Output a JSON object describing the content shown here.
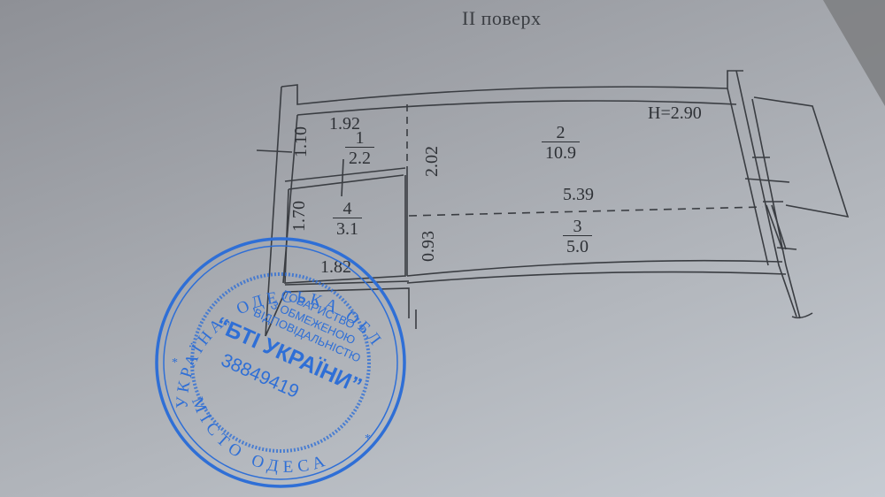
{
  "document": {
    "title": "II поверх",
    "ceiling_height": "H=2.90"
  },
  "rooms": [
    {
      "number": "1",
      "area": "2.2"
    },
    {
      "number": "2",
      "area": "10.9"
    },
    {
      "number": "3",
      "area": "5.0"
    },
    {
      "number": "4",
      "area": "3.1"
    }
  ],
  "dimensions": {
    "room1_width": "1.92",
    "room1_height": "1.10",
    "room2_height": "2.02",
    "room23_width": "5.39",
    "room3_height": "0.93",
    "room4_height": "1.70",
    "room4_width": "1.82"
  },
  "stamp": {
    "outer_top": "УКРАЇНА, ОДЕСЬКА ОБЛ.",
    "outer_bottom": "МІСТО ОДЕСА",
    "line1": "ТОВАРИСТВО",
    "line2": "З ОБМЕЖЕНОЮ",
    "line3": "ВІДПОВІДАЛЬНІСТЮ",
    "org_name": "“БТІ УКРАЇНИ”",
    "code": "38849419",
    "color": "#2f6fd6"
  },
  "colors": {
    "paper": "#b3b7bd",
    "ink": "#2e3136"
  }
}
